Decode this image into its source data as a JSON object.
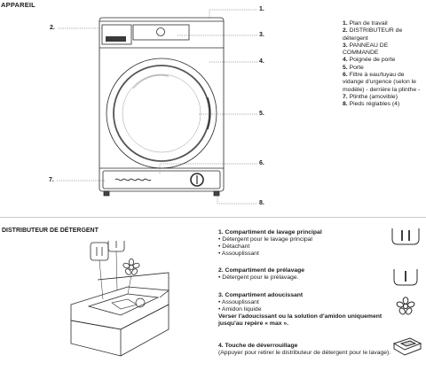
{
  "section1": {
    "title": "APPAREIL",
    "callouts": [
      "1.",
      "2.",
      "3.",
      "4.",
      "5.",
      "6.",
      "7.",
      "8."
    ],
    "legend": [
      {
        "num": "1.",
        "text": "Plan de travail"
      },
      {
        "num": "2.",
        "text": "DISTRIBUTEUR de détergent"
      },
      {
        "num": "3.",
        "text": "PANNEAU DE COMMANDE"
      },
      {
        "num": "4.",
        "text": "Poignée de porte"
      },
      {
        "num": "5.",
        "text": "Porte"
      },
      {
        "num": "6.",
        "text": "Filtre à eau/tuyau de vidange d'urgence (selon le modèle) - derrière la plinthe -"
      },
      {
        "num": "7.",
        "text": "Plinthe (amovible)"
      },
      {
        "num": "8.",
        "text": "Pieds réglables (4)"
      }
    ]
  },
  "section2": {
    "title": "DISTRIBUTEUR DE DÉTERGENT",
    "compartments": [
      {
        "title": "1. Compartiment de lavage principal",
        "items": [
          "Détergent pour le lavage principal",
          "Détachant",
          "Assouplissant"
        ],
        "icon": "double-bar-icon"
      },
      {
        "title": "2. Compartiment de prélavage",
        "items": [
          "Détergent pour le prélavage."
        ],
        "icon": "single-bar-icon"
      },
      {
        "title": "3. Compartiment adoucissant",
        "items": [
          "Assouplissant",
          "Amidon liquide"
        ],
        "note": "Verser l'adoucissant ou la solution d'amidon uniquement jusqu'au repère « max ».",
        "icon": "flower-icon"
      },
      {
        "title": "4. Touche de déverrouillage",
        "desc": "(Appuyer pour retirer le distributeur de détergent pour le lavage).",
        "icon": "release-button-icon"
      }
    ]
  }
}
